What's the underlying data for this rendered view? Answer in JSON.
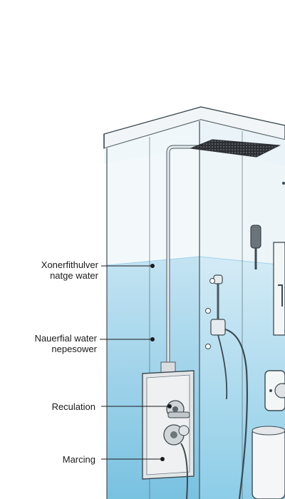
{
  "callouts": [
    {
      "lines": [
        "Xonerfithulver",
        "natge water"
      ]
    },
    {
      "lines": [
        "Nauerfial water",
        "nepesower"
      ]
    },
    {
      "lines": [
        "Reculation"
      ]
    },
    {
      "lines": [
        "Marcing"
      ]
    }
  ],
  "colors": {
    "water_top": "#bfe3f2",
    "water_bottom": "#7cc6e4",
    "glass": "#e8f3f8",
    "outline": "#4a5a63",
    "metal": "#d9dde0"
  }
}
